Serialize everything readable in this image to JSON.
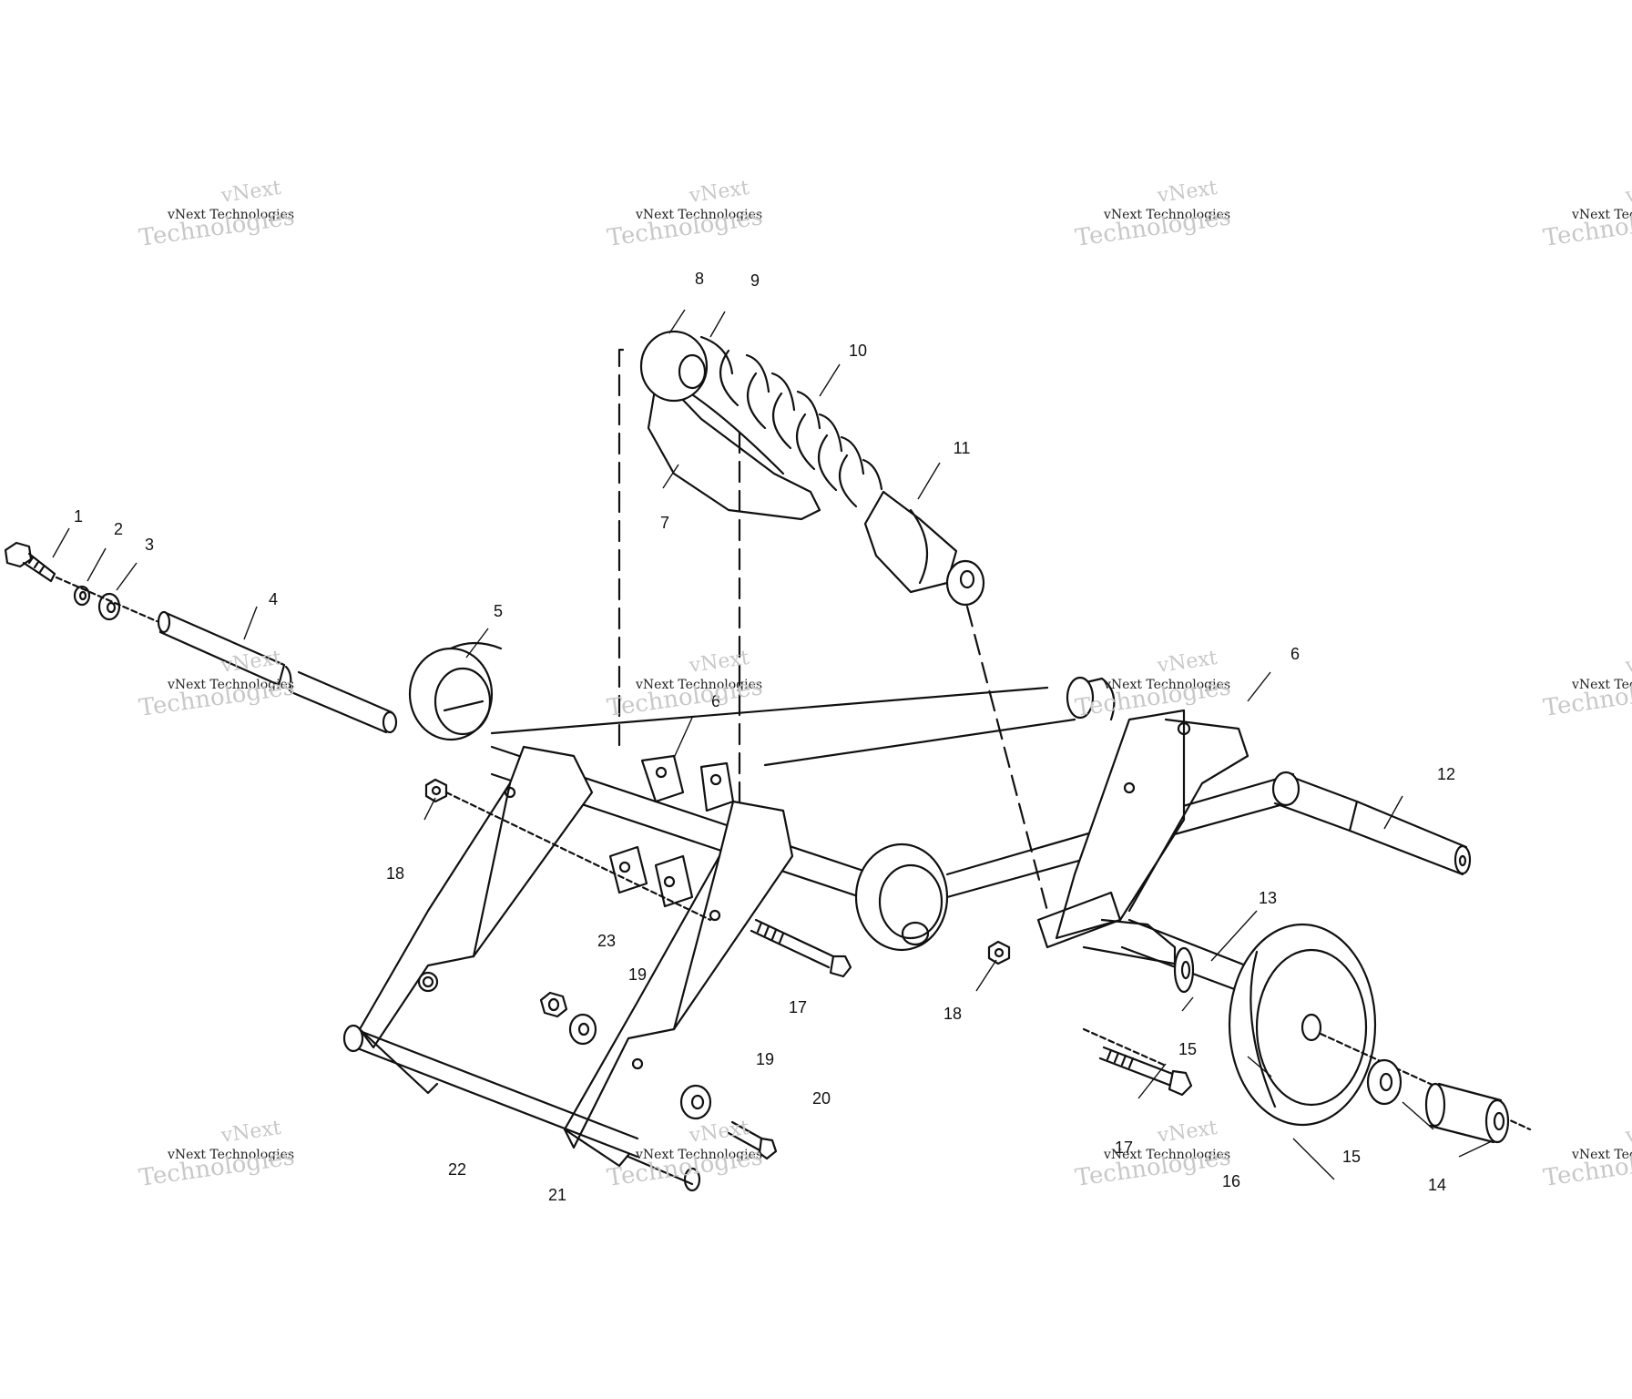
{
  "diagram": {
    "callouts": [
      {
        "id": "c1",
        "text": "1"
      },
      {
        "id": "c2",
        "text": "2"
      },
      {
        "id": "c3",
        "text": "3"
      },
      {
        "id": "c4",
        "text": "4"
      },
      {
        "id": "c5",
        "text": "5"
      },
      {
        "id": "c6a",
        "text": "6"
      },
      {
        "id": "c6b",
        "text": "6"
      },
      {
        "id": "c7",
        "text": "7"
      },
      {
        "id": "c8",
        "text": "8"
      },
      {
        "id": "c9",
        "text": "9"
      },
      {
        "id": "c10",
        "text": "10"
      },
      {
        "id": "c11",
        "text": "11"
      },
      {
        "id": "c12",
        "text": "12"
      },
      {
        "id": "c13",
        "text": "13"
      },
      {
        "id": "c14",
        "text": "14"
      },
      {
        "id": "c15a",
        "text": "15"
      },
      {
        "id": "c15b",
        "text": "15"
      },
      {
        "id": "c16",
        "text": "16"
      },
      {
        "id": "c17a",
        "text": "17"
      },
      {
        "id": "c17b",
        "text": "17"
      },
      {
        "id": "c18a",
        "text": "18"
      },
      {
        "id": "c18b",
        "text": "18"
      },
      {
        "id": "c19a",
        "text": "19"
      },
      {
        "id": "c19b",
        "text": "19"
      },
      {
        "id": "c20",
        "text": "20"
      },
      {
        "id": "c21",
        "text": "21"
      },
      {
        "id": "c22",
        "text": "22"
      },
      {
        "id": "c23",
        "text": "23"
      }
    ]
  },
  "watermark": {
    "line1": "vNext Technologies",
    "line2": "vNext",
    "line3": "Technologies"
  },
  "colors": {
    "ink": "#111111",
    "paper": "#ffffff",
    "watermark": "#c8c8c8"
  }
}
